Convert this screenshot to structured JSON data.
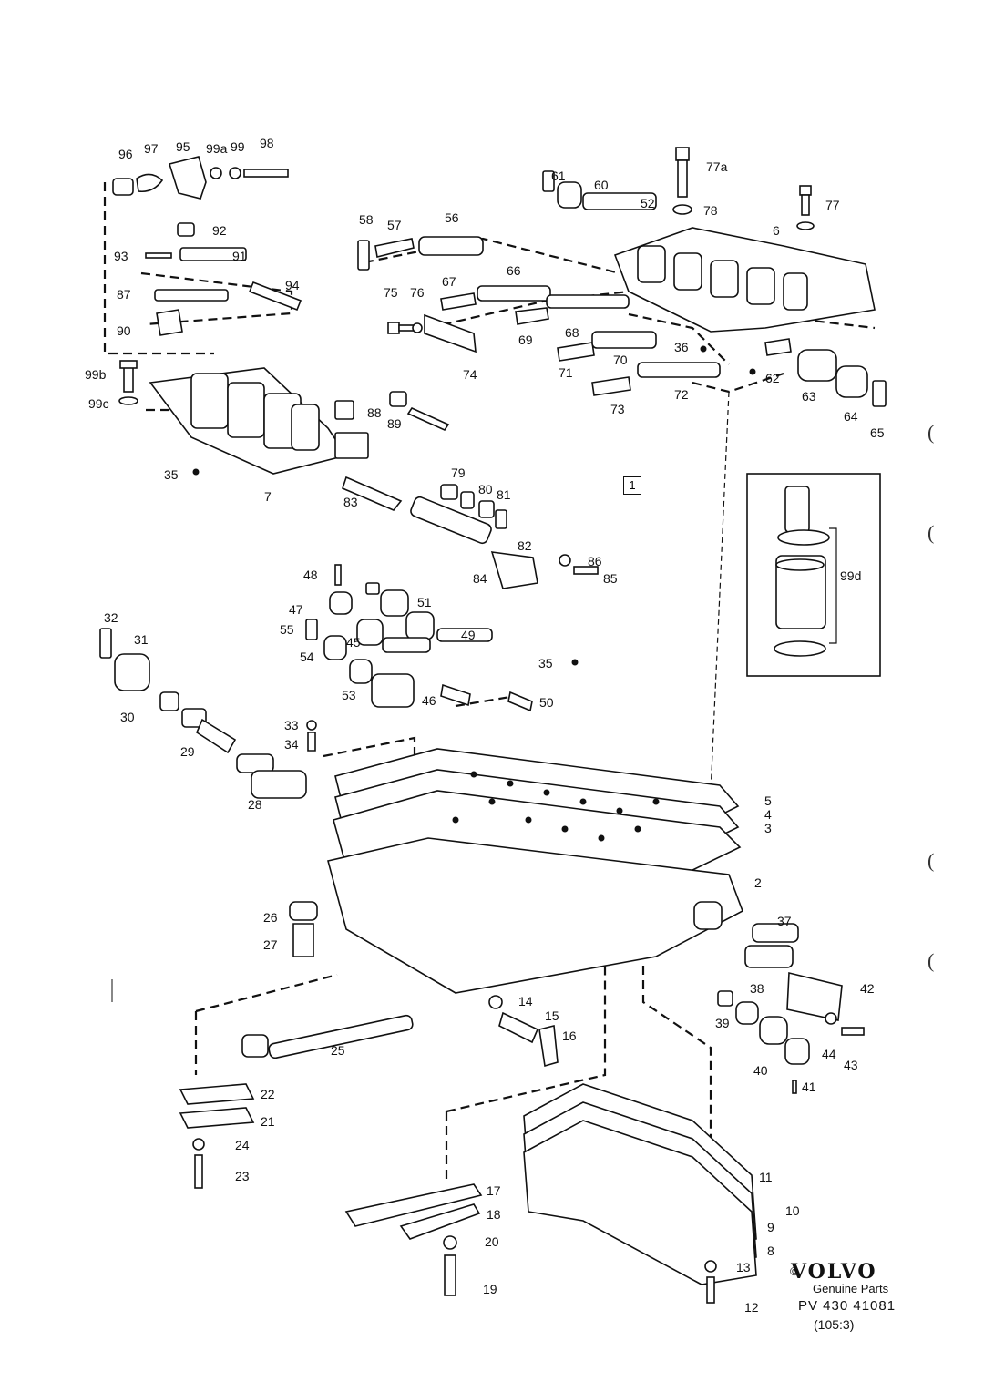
{
  "labels": [
    "96",
    "97",
    "95",
    "99a",
    "99",
    "98",
    "92",
    "93",
    "91",
    "94",
    "87",
    "90",
    "99b",
    "99c",
    "35",
    "7",
    "88",
    "89",
    "79",
    "80",
    "81",
    "83",
    "82",
    "84",
    "86",
    "85",
    "58",
    "57",
    "56",
    "67",
    "66",
    "75",
    "76",
    "69",
    "68",
    "74",
    "71",
    "70",
    "73",
    "72",
    "61",
    "60",
    "52",
    "77a",
    "78",
    "6",
    "77",
    "36",
    "62",
    "63",
    "64",
    "65",
    "99d",
    "48",
    "47",
    "51",
    "55",
    "54",
    "45",
    "49",
    "35",
    "46",
    "50",
    "53",
    "32",
    "31",
    "30",
    "33",
    "34",
    "29",
    "28",
    "5",
    "4",
    "3",
    "2",
    "26",
    "27",
    "37",
    "38",
    "42",
    "14",
    "15",
    "16",
    "25",
    "39",
    "44",
    "43",
    "40",
    "41",
    "22",
    "21",
    "24",
    "23",
    "11",
    "10",
    "9",
    "8",
    "17",
    "18",
    "20",
    "13",
    "19",
    "12"
  ],
  "group_number": "1",
  "brand": {
    "copyright": "©",
    "name": "VOLVO",
    "tagline": "Genuine Parts",
    "ref": "PV 430 41081",
    "sub_ref": "(105:3)"
  },
  "margin_marks": [
    "(",
    "(",
    "(",
    "("
  ]
}
